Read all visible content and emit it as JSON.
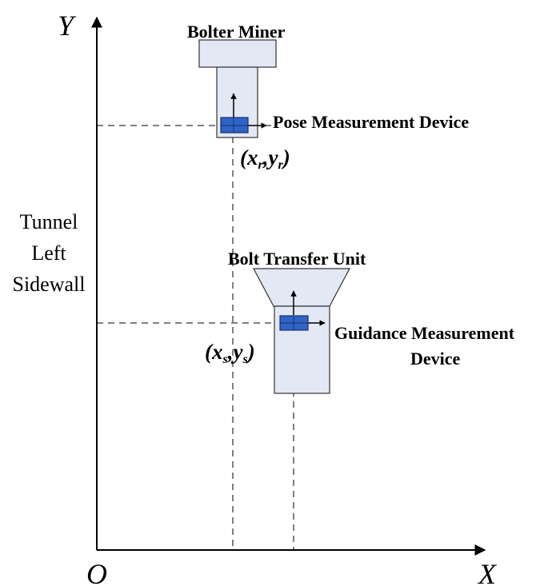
{
  "axes": {
    "x_label": "X",
    "y_label": "Y",
    "origin_label": "O"
  },
  "sidewall": {
    "lines": [
      "Tunnel",
      "Left",
      "Sidewall"
    ]
  },
  "bolter_miner": {
    "title": "Bolter Miner",
    "device_label": "Pose Measurement Device",
    "coord": {
      "var_x": "x",
      "sub_x": "r",
      "var_y": "y",
      "sub_y": "r"
    }
  },
  "bolt_transfer_unit": {
    "title": "Bolt Transfer Unit",
    "device_label_line1": "Guidance Measurement",
    "device_label_line2": "Device",
    "coord": {
      "var_x": "x",
      "sub_x": "s",
      "var_y": "y",
      "sub_y": "s"
    }
  },
  "colors": {
    "body_fill": "#e3e8f5",
    "body_stroke": "#333333",
    "sensor_fill": "#2e64c6",
    "sensor_stroke": "#1a2f6e",
    "line": "#000000"
  }
}
